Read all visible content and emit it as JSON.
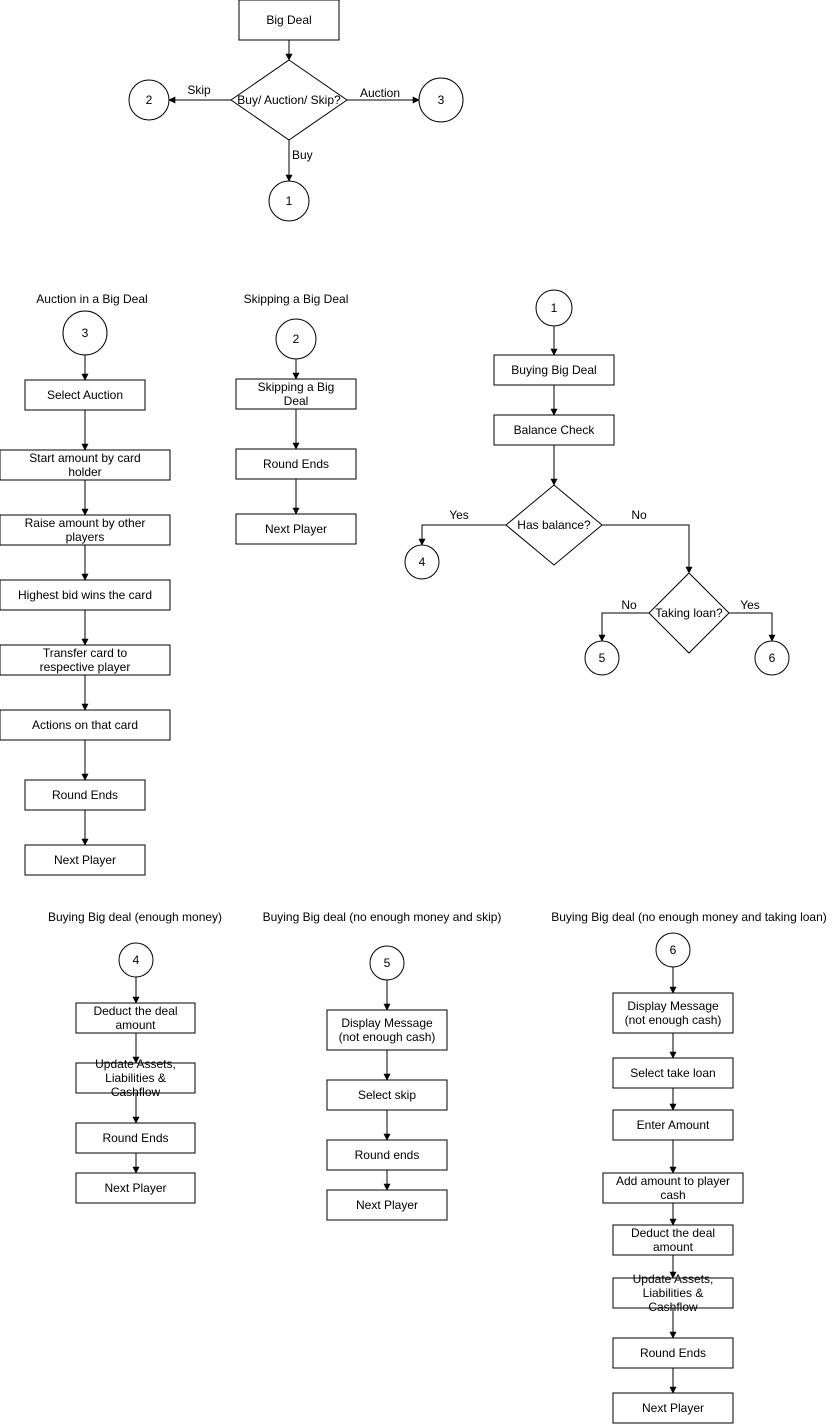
{
  "top": {
    "big_deal": "Big Deal",
    "decision": "Buy/ Auction/ Skip?",
    "skip_label": "Skip",
    "auction_label": "Auction",
    "buy_label": "Buy",
    "conn_skip": "2",
    "conn_auction": "3",
    "conn_buy": "1"
  },
  "auction": {
    "title": "Auction in a Big Deal",
    "connector": "3",
    "steps": [
      "Select Auction",
      "Start amount by card holder",
      "Raise amount by other players",
      "Highest bid wins the card",
      "Transfer card to respective player",
      "Actions on that card",
      "Round Ends",
      "Next Player"
    ]
  },
  "skipping": {
    "title": "Skipping a Big Deal",
    "connector": "2",
    "steps": [
      "Skipping a Big Deal",
      "Round Ends",
      "Next Player"
    ]
  },
  "buying": {
    "connector": "1",
    "steps": [
      "Buying Big Deal",
      "Balance Check"
    ],
    "balance_decision": "Has balance?",
    "yes_label": "Yes",
    "no_label": "No",
    "conn_yes": "4",
    "loan_decision": "Taking loan?",
    "loan_no_label": "No",
    "loan_yes_label": "Yes",
    "conn_loan_no": "5",
    "conn_loan_yes": "6"
  },
  "enough": {
    "title": "Buying Big deal (enough money)",
    "connector": "4",
    "steps": [
      "Deduct the deal amount",
      "Update Assets, Liabilities & Cashflow",
      "Round Ends",
      "Next Player"
    ]
  },
  "noskip": {
    "title": "Buying Big deal (no enough money and skip)",
    "connector": "5",
    "steps": [
      "Display Message (not enough cash)",
      "Select skip",
      "Round ends",
      "Next Player"
    ]
  },
  "loan": {
    "title": "Buying Big deal (no enough money and taking loan)",
    "connector": "6",
    "steps": [
      "Display Message (not enough cash)",
      "Select take loan",
      "Enter Amount",
      "Add amount to player cash",
      "Deduct the deal amount",
      "Update Assets, Liabilities & Cashflow",
      "Round Ends",
      "Next Player"
    ]
  }
}
